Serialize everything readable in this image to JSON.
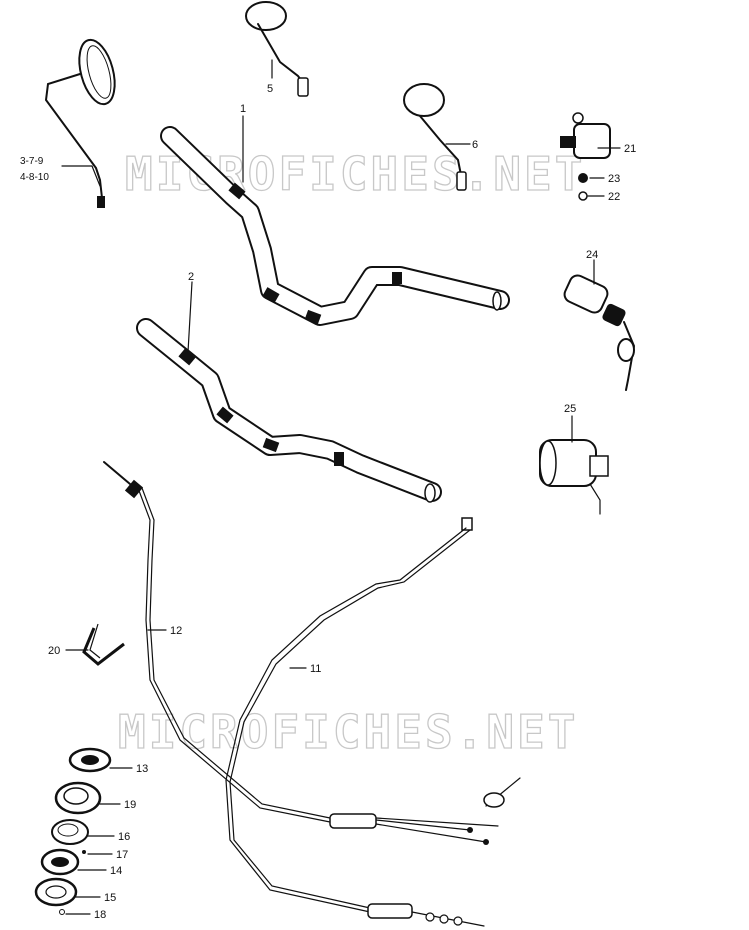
{
  "watermark": "MICROFICHES.NET",
  "parts": {
    "p1": "1",
    "p2": "2",
    "p3": "3-7-9",
    "p4": "4-8-10",
    "p5": "5",
    "p6": "6",
    "p11": "11",
    "p12": "12",
    "p13": "13",
    "p14": "14",
    "p15": "15",
    "p16": "16",
    "p17": "17",
    "p18": "18",
    "p19": "19",
    "p20": "20",
    "p21": "21",
    "p22": "22",
    "p23": "23",
    "p24": "24",
    "p25": "25"
  }
}
